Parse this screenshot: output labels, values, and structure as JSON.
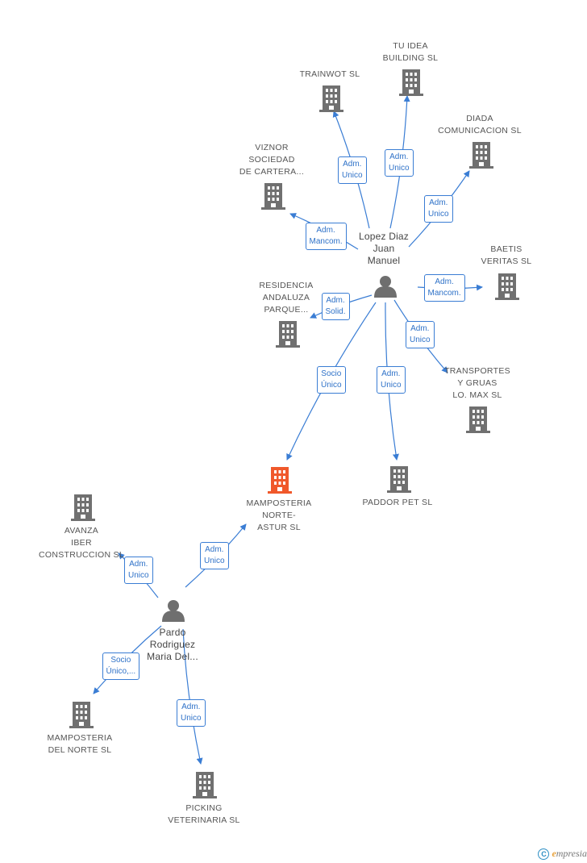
{
  "colors": {
    "edge": "#3a7dd4",
    "building": "#707070",
    "highlight": "#f0582b",
    "person": "#6f6f6f"
  },
  "nodes": [
    {
      "id": "trainwot",
      "type": "company",
      "label_lines": [
        "TRAINWOT SL"
      ]
    },
    {
      "id": "tuidea",
      "type": "company",
      "label_lines": [
        "TU IDEA",
        "BUILDING SL"
      ]
    },
    {
      "id": "diada",
      "type": "company",
      "label_lines": [
        "DIADA",
        "COMUNICACION SL"
      ]
    },
    {
      "id": "viznor",
      "type": "company",
      "label_lines": [
        "VIZNOR",
        "SOCIEDAD",
        "DE CARTERA..."
      ]
    },
    {
      "id": "baetis",
      "type": "company",
      "label_lines": [
        "BAETIS",
        "VERITAS SL"
      ]
    },
    {
      "id": "residencia",
      "type": "company",
      "label_lines": [
        "RESIDENCIA",
        "ANDALUZA",
        "PARQUE..."
      ]
    },
    {
      "id": "transportes",
      "type": "company",
      "label_lines": [
        "TRANSPORTES",
        "Y GRUAS",
        "LO. MAX SL"
      ]
    },
    {
      "id": "mamposteria_na",
      "type": "company",
      "highlight": true,
      "label_lines": [
        "MAMPOSTERIA",
        "NORTE-",
        "ASTUR SL"
      ]
    },
    {
      "id": "paddor",
      "type": "company",
      "label_lines": [
        "PADDOR PET SL"
      ]
    },
    {
      "id": "avanza",
      "type": "company",
      "label_lines": [
        "AVANZA",
        "IBER",
        "CONSTRUCCION SL"
      ]
    },
    {
      "id": "mamposteria_dn",
      "type": "company",
      "label_lines": [
        "MAMPOSTERIA",
        "DEL NORTE SL"
      ]
    },
    {
      "id": "picking",
      "type": "company",
      "label_lines": [
        "PICKING",
        "VETERINARIA SL"
      ]
    },
    {
      "id": "lopez",
      "type": "person",
      "label_lines": [
        "Lopez Diaz",
        "Juan",
        "Manuel"
      ]
    },
    {
      "id": "pardo",
      "type": "person",
      "label_lines": [
        "Pardo",
        "Rodriguez",
        "Maria Del..."
      ]
    }
  ],
  "edges": [
    {
      "from": "lopez",
      "to": "trainwot",
      "label_lines": [
        "Adm.",
        "Unico"
      ]
    },
    {
      "from": "lopez",
      "to": "tuidea",
      "label_lines": [
        "Adm.",
        "Unico"
      ]
    },
    {
      "from": "lopez",
      "to": "diada",
      "label_lines": [
        "Adm.",
        "Unico"
      ]
    },
    {
      "from": "lopez",
      "to": "viznor",
      "label_lines": [
        "Adm.",
        "Mancom."
      ]
    },
    {
      "from": "lopez",
      "to": "baetis",
      "label_lines": [
        "Adm.",
        "Mancom."
      ]
    },
    {
      "from": "lopez",
      "to": "residencia",
      "label_lines": [
        "Adm.",
        "Solid."
      ]
    },
    {
      "from": "lopez",
      "to": "transportes",
      "label_lines": [
        "Adm.",
        "Unico"
      ]
    },
    {
      "from": "lopez",
      "to": "mamposteria_na",
      "label_lines": [
        "Socio",
        "Único"
      ]
    },
    {
      "from": "lopez",
      "to": "paddor",
      "label_lines": [
        "Adm.",
        "Unico"
      ]
    },
    {
      "from": "pardo",
      "to": "mamposteria_na",
      "label_lines": [
        "Adm.",
        "Unico"
      ]
    },
    {
      "from": "pardo",
      "to": "avanza",
      "label_lines": [
        "Adm.",
        "Unico"
      ]
    },
    {
      "from": "pardo",
      "to": "mamposteria_dn",
      "label_lines": [
        "Socio",
        "Único,..."
      ]
    },
    {
      "from": "pardo",
      "to": "picking",
      "label_lines": [
        "Adm.",
        "Unico"
      ]
    }
  ],
  "brand": {
    "copyright_symbol": "C",
    "name_initial": "e",
    "name_rest": "mpresia"
  }
}
